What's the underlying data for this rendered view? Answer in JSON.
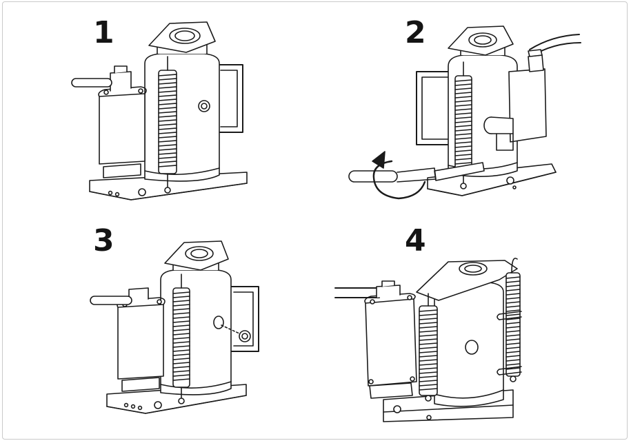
{
  "steps": [
    {
      "number": "1",
      "icon": "jack-with-pump-side-icon"
    },
    {
      "number": "2",
      "icon": "jack-release-handle-rotate-icon"
    },
    {
      "number": "3",
      "icon": "jack-plug-removal-icon"
    },
    {
      "number": "4",
      "icon": "jack-with-handle-hook-icon"
    }
  ],
  "colors": {
    "line": "#1a1a1a",
    "fill": "#ffffff",
    "frame": "#c9c9c9"
  }
}
